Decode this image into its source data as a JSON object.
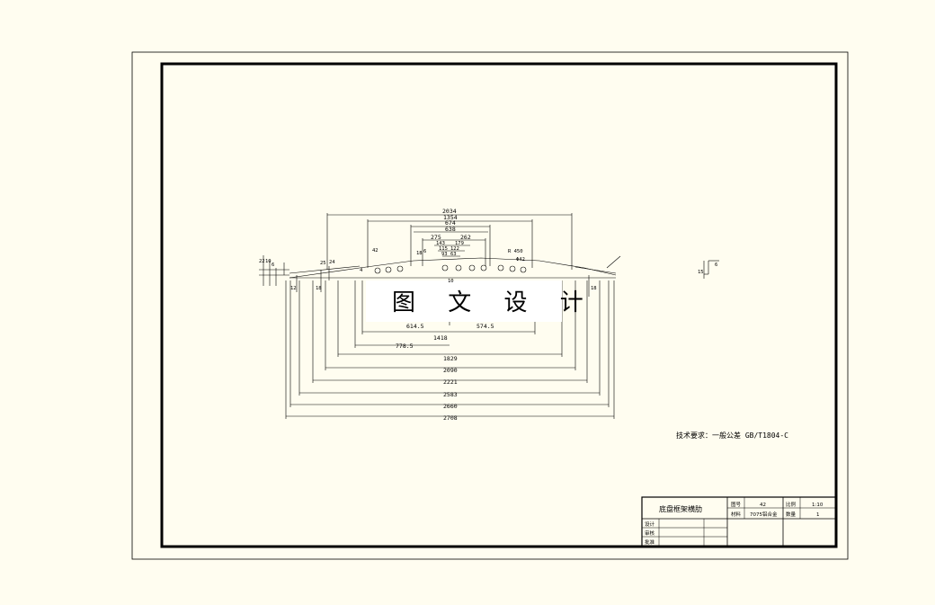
{
  "watermark": "图 文 设 计",
  "technical_requirement": "技术要求：一般公差 GB/T1804-C",
  "title_block": {
    "part_name": "底盘框架横肋",
    "label_qty": "图号",
    "qty_value": "42",
    "label_material": "材料",
    "material_value": "7075铝合金",
    "label_scale": "比例",
    "scale_value": "1:10",
    "label_count": "数量",
    "count_value": "1",
    "row_design": "设计",
    "row_check": "审核",
    "row_approve": "批准"
  },
  "top_dims": [
    "2034",
    "1354",
    "674",
    "638",
    "275",
    "262",
    "143",
    "179",
    "115",
    "122",
    "93",
    "63"
  ],
  "top_small": [
    "18",
    "6",
    "42",
    "R 450",
    "Φ42",
    "10",
    "4"
  ],
  "left_dims": [
    "22",
    "10",
    "6",
    "12",
    "18",
    "25",
    "24"
  ],
  "right_dims": [
    "18",
    "15",
    "6"
  ],
  "mid_dims": [
    "614.5",
    "574.5"
  ],
  "bottom_dims": [
    "1418",
    "778.5",
    "1829",
    "2090",
    "2221",
    "2583",
    "2660",
    "2708"
  ]
}
